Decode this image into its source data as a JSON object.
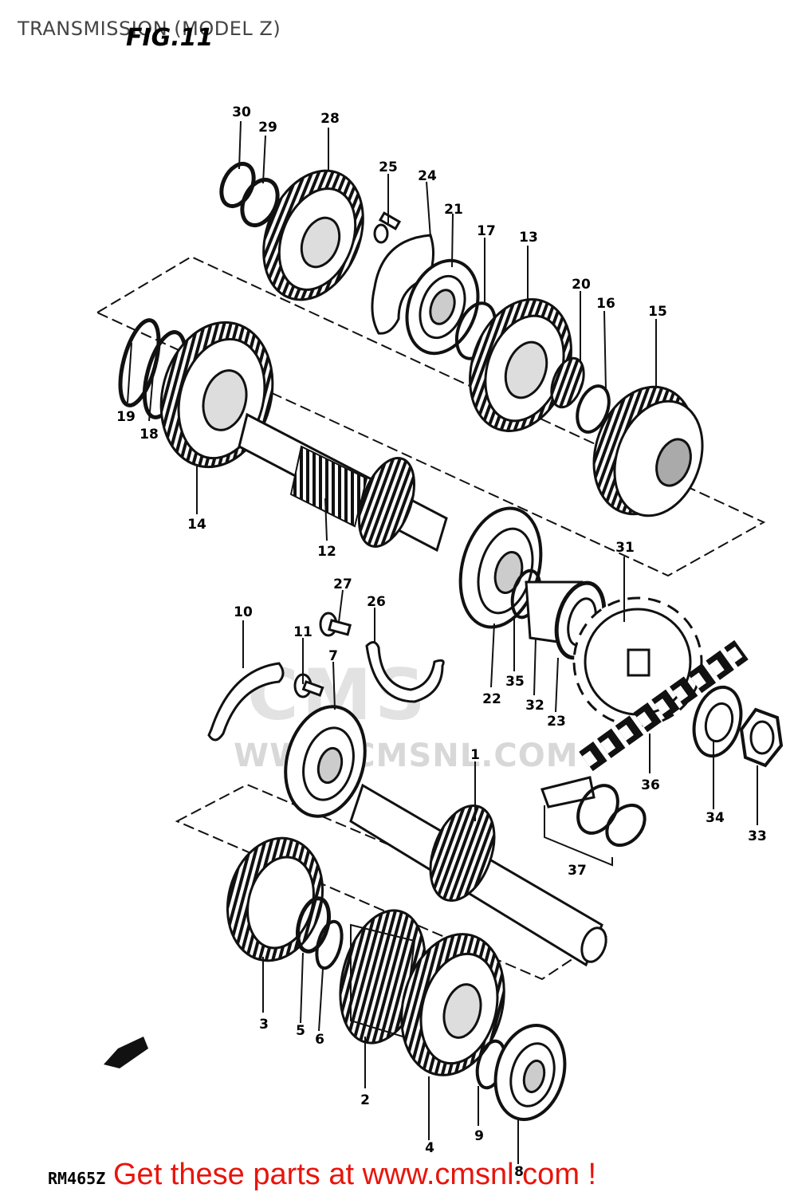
{
  "header": {
    "title": "TRANSMISSION (MODEL Z)",
    "figure_label": "FIG.11"
  },
  "watermark": {
    "logo_text": "CMS",
    "url_text": "WWW.CMSNL.COM"
  },
  "footer": {
    "drawing_code": "RM465Z",
    "promo_text": "Get these parts at www.cmsnl.com !",
    "promo_color": "#e8140c"
  },
  "callouts": [
    {
      "id": "30",
      "label": "30"
    },
    {
      "id": "29",
      "label": "29"
    },
    {
      "id": "28",
      "label": "28"
    },
    {
      "id": "25",
      "label": "25"
    },
    {
      "id": "24",
      "label": "24"
    },
    {
      "id": "21",
      "label": "21"
    },
    {
      "id": "17",
      "label": "17"
    },
    {
      "id": "13",
      "label": "13"
    },
    {
      "id": "20",
      "label": "20"
    },
    {
      "id": "16",
      "label": "16"
    },
    {
      "id": "15",
      "label": "15"
    },
    {
      "id": "19",
      "label": "19"
    },
    {
      "id": "18",
      "label": "18"
    },
    {
      "id": "14",
      "label": "14"
    },
    {
      "id": "12",
      "label": "12"
    },
    {
      "id": "31",
      "label": "31"
    },
    {
      "id": "27",
      "label": "27"
    },
    {
      "id": "26",
      "label": "26"
    },
    {
      "id": "10",
      "label": "10"
    },
    {
      "id": "11",
      "label": "11"
    },
    {
      "id": "7",
      "label": "7"
    },
    {
      "id": "22",
      "label": "22"
    },
    {
      "id": "35",
      "label": "35"
    },
    {
      "id": "32",
      "label": "32"
    },
    {
      "id": "23",
      "label": "23"
    },
    {
      "id": "1",
      "label": "1"
    },
    {
      "id": "36",
      "label": "36"
    },
    {
      "id": "34",
      "label": "34"
    },
    {
      "id": "33",
      "label": "33"
    },
    {
      "id": "37",
      "label": "37"
    },
    {
      "id": "3",
      "label": "3"
    },
    {
      "id": "5",
      "label": "5"
    },
    {
      "id": "6",
      "label": "6"
    },
    {
      "id": "2",
      "label": "2"
    },
    {
      "id": "4",
      "label": "4"
    },
    {
      "id": "9",
      "label": "9"
    },
    {
      "id": "8",
      "label": "8"
    }
  ]
}
